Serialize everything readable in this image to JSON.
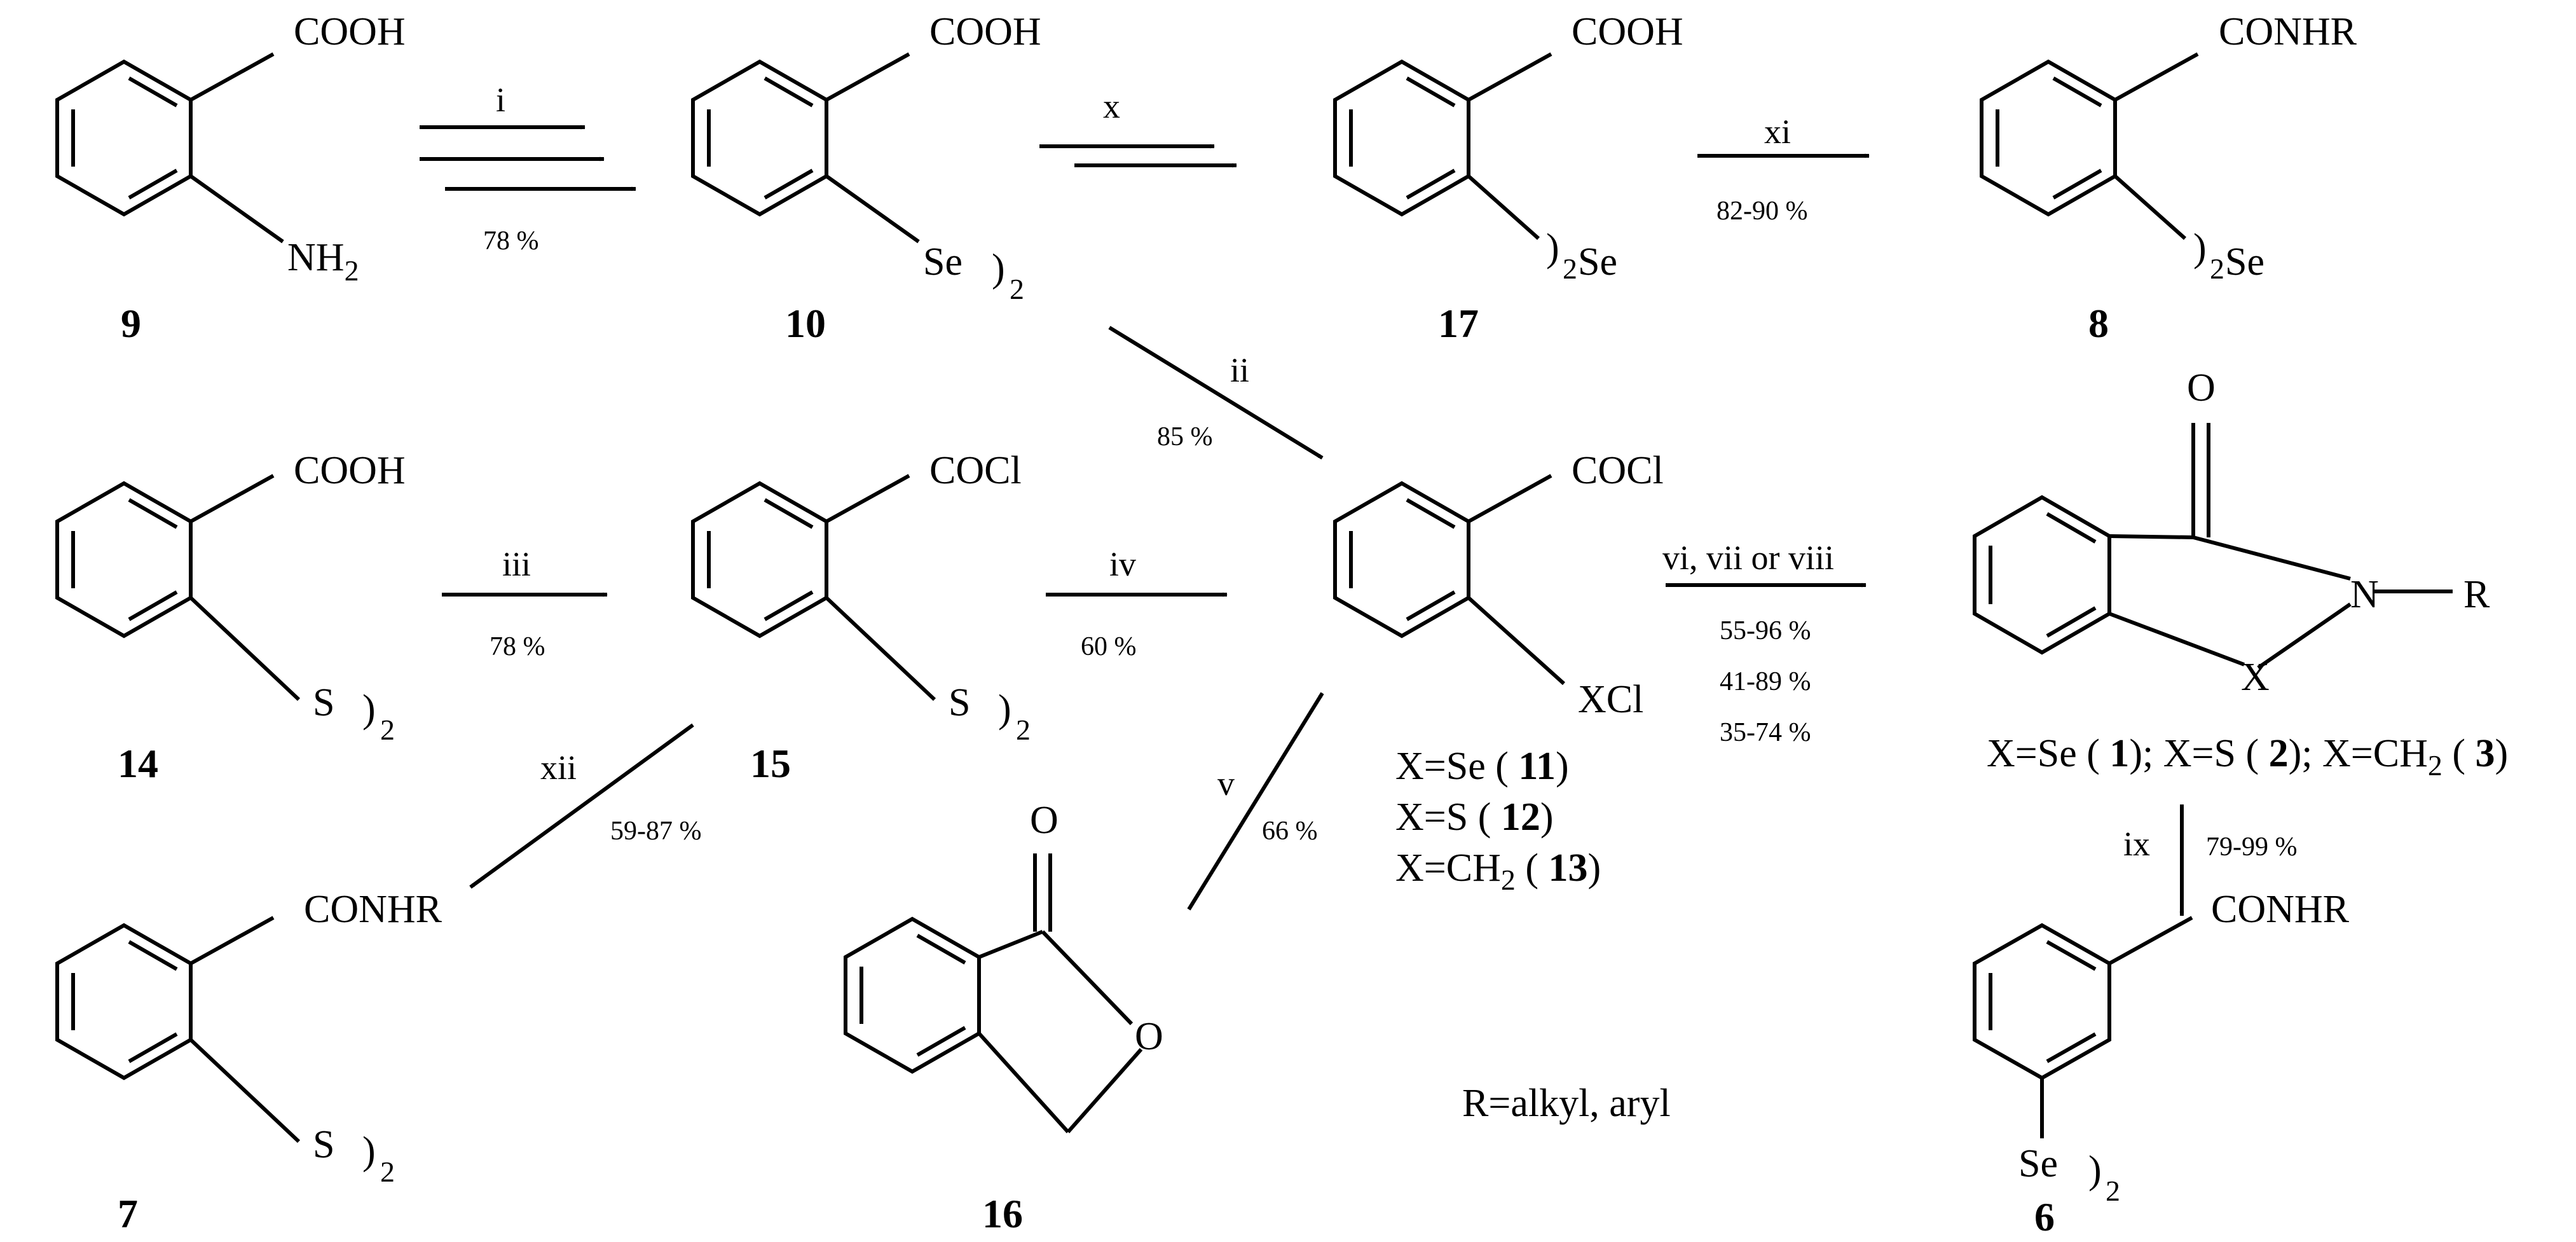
{
  "compounds": {
    "c9": {
      "number": "9",
      "group1": "COOH",
      "group2": "NH",
      "group2_sub": "2"
    },
    "c10": {
      "number": "10",
      "group1": "COOH",
      "group2": "Se",
      "paren": ")",
      "sub": "2"
    },
    "c17": {
      "number": "17",
      "group1": "COOH",
      "group2": "Se",
      "paren": ")",
      "sub": "2"
    },
    "c8": {
      "number": "8",
      "group1": "CONHR",
      "group2": "Se",
      "paren": ")",
      "sub": "2"
    },
    "c14": {
      "number": "14",
      "group1": "COOH",
      "group2": "S",
      "paren": ")",
      "sub": "2"
    },
    "c15": {
      "number": "15",
      "group1": "COCl",
      "group2": "S",
      "paren": ")",
      "sub": "2"
    },
    "c11": {
      "group1": "COCl",
      "group2": "XCl",
      "x_se_pre": "X=Se (",
      "x_se_num": "11",
      "x_se_post": ")",
      "x_s_pre": "X=S (",
      "x_s_num": "12",
      "x_s_post": ")",
      "x_ch_pre": "X=CH",
      "x_ch_sub": "2",
      "x_ch_mid": " (",
      "x_ch_num": "13",
      "x_ch_post": ")"
    },
    "c1": {
      "oxygen": "O",
      "nitrogen": "N",
      "r": "R",
      "x": "X",
      "caption_a": "X=Se (",
      "num_a": "1",
      "caption_b": "); X=S (",
      "num_b": "2",
      "caption_c": "); X=CH",
      "sub_c": "2",
      "caption_d": " (",
      "num_c": "3",
      "caption_e": ")"
    },
    "c7": {
      "number": "7",
      "group1": "CONHR",
      "group2": "S",
      "paren": ")",
      "sub": "2"
    },
    "c16": {
      "number": "16",
      "oxygen1": "O",
      "oxygen2": "O"
    },
    "c6": {
      "number": "6",
      "group1": "CONHR",
      "group2": "Se",
      "paren": ")",
      "sub": "2"
    }
  },
  "reactions": {
    "i": {
      "label": "i",
      "yield": "78 %"
    },
    "x": {
      "label": "x"
    },
    "xi": {
      "label": "xi",
      "yield": "82-90 %"
    },
    "ii": {
      "label": "ii",
      "yield": "85 %"
    },
    "iii": {
      "label": "iii",
      "yield": "78 %"
    },
    "iv": {
      "label": "iv",
      "yield": "60 %"
    },
    "v": {
      "label": "v",
      "yield": "66 %"
    },
    "vi": {
      "label": "vi, vii or viii",
      "yield1": "55-96 %",
      "yield2": "41-89 %",
      "yield3": "35-74 %"
    },
    "xii": {
      "label": "xii",
      "yield": "59-87 %"
    },
    "ix": {
      "label": "ix",
      "yield": "79-99 %"
    }
  },
  "note": "R=alkyl, aryl"
}
